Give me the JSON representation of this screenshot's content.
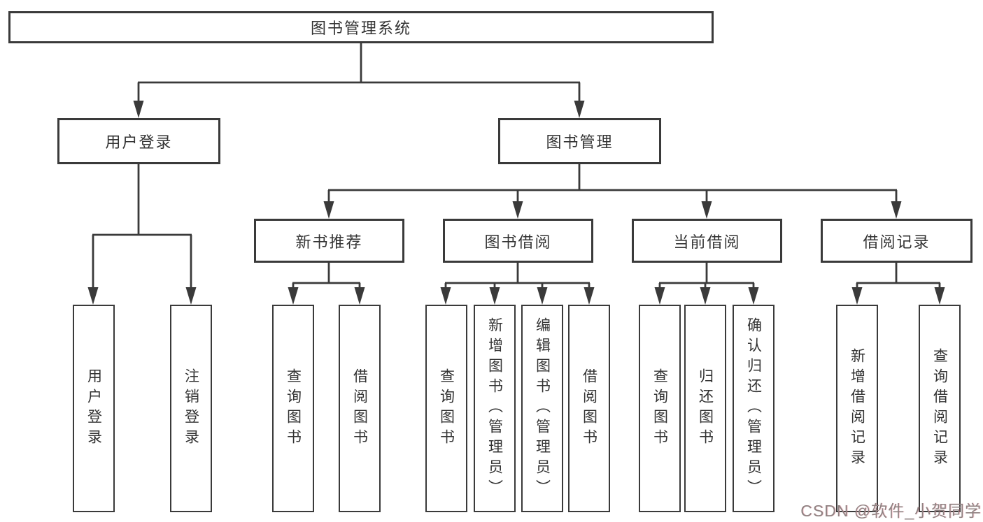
{
  "colors": {
    "line": "#3a3a3a",
    "box_border": "#3a3a3a",
    "box_background": "#ffffff",
    "text": "#333333",
    "watermark": "#8f8282"
  },
  "tree": {
    "label": "图书管理系统",
    "children": [
      {
        "label": "用户登录",
        "children": [
          {
            "label": "用户登录"
          },
          {
            "label": "注销登录"
          }
        ]
      },
      {
        "label": "图书管理",
        "children": [
          {
            "label": "新书推荐",
            "children": [
              {
                "label": "查询图书"
              },
              {
                "label": "借阅图书"
              }
            ]
          },
          {
            "label": "图书借阅",
            "children": [
              {
                "label": "查询图书"
              },
              {
                "label": "新增图书（管理员）"
              },
              {
                "label": "编辑图书（管理员）"
              },
              {
                "label": "借阅图书"
              }
            ]
          },
          {
            "label": "当前借阅",
            "children": [
              {
                "label": "查询图书"
              },
              {
                "label": "归还图书"
              },
              {
                "label": "确认归还（管理员）"
              }
            ]
          },
          {
            "label": "借阅记录",
            "children": [
              {
                "label": "新增借阅记录"
              },
              {
                "label": "查询借阅记录"
              }
            ]
          }
        ]
      }
    ]
  },
  "watermark": {
    "text": "CSDN @软件_小贺同学"
  }
}
